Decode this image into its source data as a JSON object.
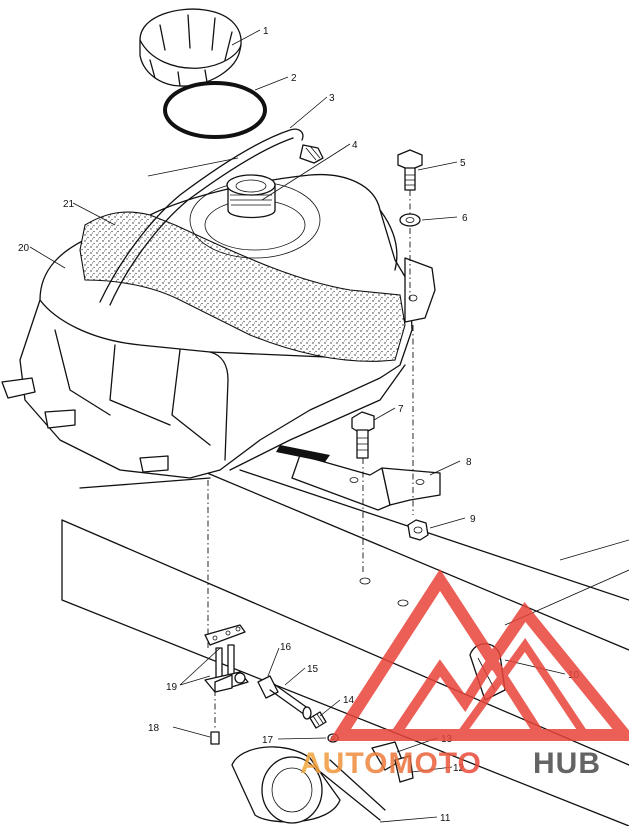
{
  "callouts": [
    {
      "id": "c1",
      "label": "1"
    },
    {
      "id": "c2",
      "label": "2"
    },
    {
      "id": "c3",
      "label": "3"
    },
    {
      "id": "c4",
      "label": "4"
    },
    {
      "id": "c5",
      "label": "5"
    },
    {
      "id": "c6",
      "label": "6"
    },
    {
      "id": "c7",
      "label": "7"
    },
    {
      "id": "c8",
      "label": "8"
    },
    {
      "id": "c9",
      "label": "9"
    },
    {
      "id": "c10",
      "label": "10"
    },
    {
      "id": "c11",
      "label": "11"
    },
    {
      "id": "c12",
      "label": "12"
    },
    {
      "id": "c13",
      "label": "13"
    },
    {
      "id": "c14",
      "label": "14"
    },
    {
      "id": "c15",
      "label": "15"
    },
    {
      "id": "c16",
      "label": "16"
    },
    {
      "id": "c17",
      "label": "17"
    },
    {
      "id": "c18",
      "label": "18"
    },
    {
      "id": "c19",
      "label": "19"
    },
    {
      "id": "c20",
      "label": "20"
    },
    {
      "id": "c21",
      "label": "21"
    }
  ],
  "watermark": {
    "brand_part1": "AUTOMOTO",
    "brand_part2": "HUB",
    "color_primary": "#e8443a",
    "color_secondary": "#f2a93b",
    "color_dark": "#4a4a4a"
  }
}
